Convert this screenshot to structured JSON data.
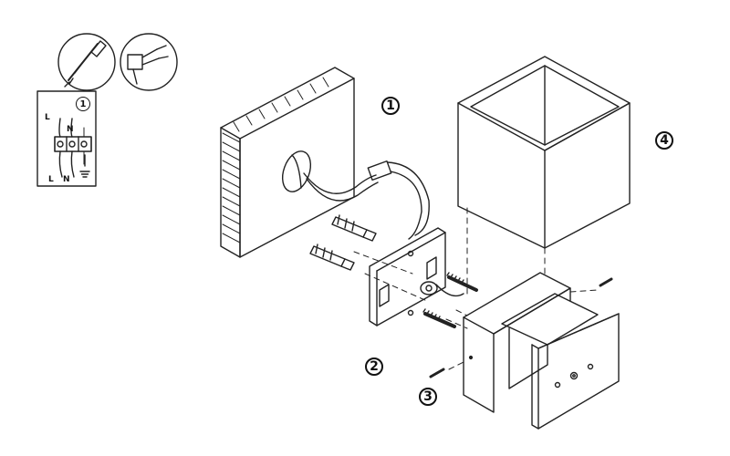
{
  "steps": {
    "one": "1",
    "two": "2",
    "three": "3",
    "four": "4"
  },
  "wiring": {
    "step": "1",
    "top_labels": [
      "L",
      "N"
    ],
    "bottom_labels": [
      "L",
      "N"
    ]
  },
  "icons": {
    "tool_1": "screwdriver-icon",
    "tool_2": "wire-stripper-icon",
    "earth": "earth-ground-icon"
  },
  "colors": {
    "line": "#222222",
    "background": "#ffffff"
  }
}
